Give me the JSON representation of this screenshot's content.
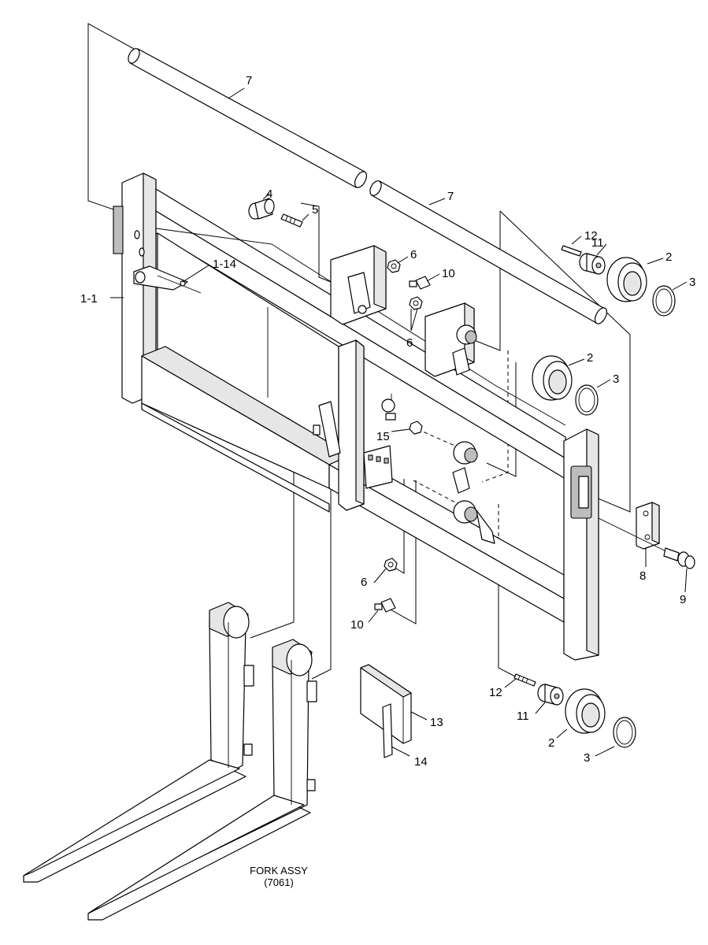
{
  "callouts": {
    "c7a": "7",
    "c7b": "7",
    "c4": "4",
    "c5": "5",
    "c6a": "6",
    "c6b": "6",
    "c6c": "6",
    "c10a": "10",
    "c10b": "10",
    "c12a": "12",
    "c12b": "12",
    "c11a": "11",
    "c11b": "11",
    "c2a": "2",
    "c2b": "2",
    "c2c": "2",
    "c3a": "3",
    "c3b": "3",
    "c3c": "3",
    "c1_14": "1-14",
    "c1_1": "1-1",
    "c15": "15",
    "c8": "8",
    "c9": "9",
    "c13": "13",
    "c14": "14"
  },
  "caption": {
    "line1": "FORK ASSY",
    "line2": "(7061)"
  }
}
